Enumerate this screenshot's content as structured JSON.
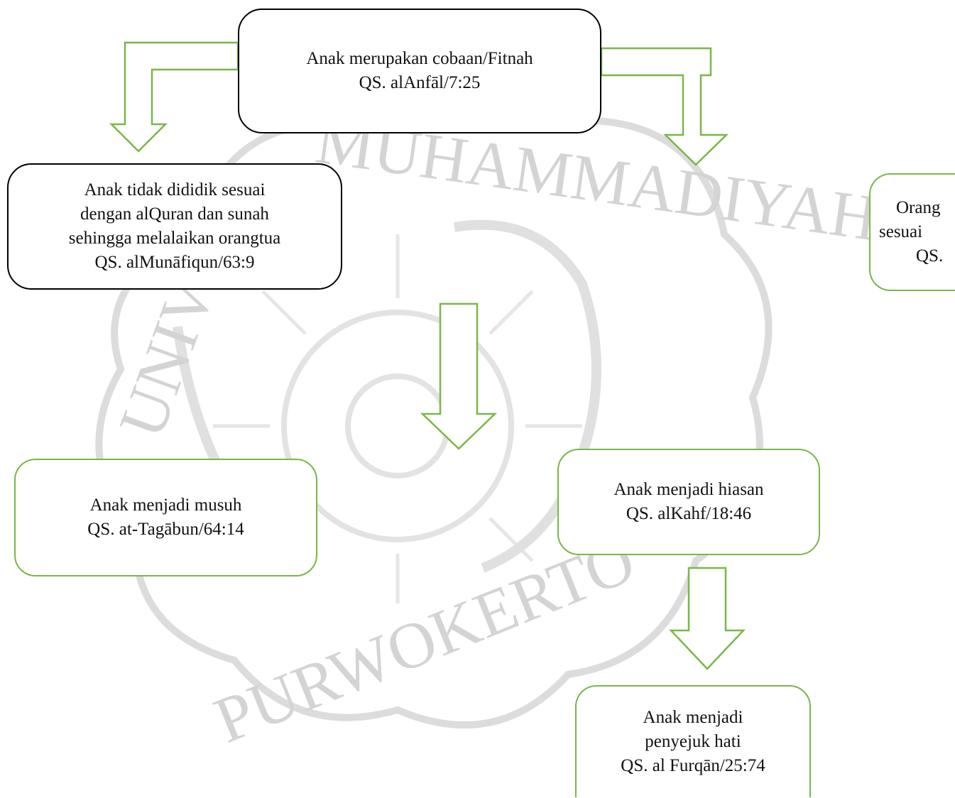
{
  "colors": {
    "node_border_black": "#000000",
    "node_border_green": "#7ab648",
    "arrow": "#7ab648",
    "watermark": "#d9d9d9"
  },
  "watermark": {
    "top_text": "MUHAMMADIYAH",
    "left_text": "UNIVE",
    "bottom_text": "PURWOKERTO"
  },
  "nodes": {
    "root": {
      "lines": [
        "Anak merupakan cobaan/Fitnah",
        "QS. alAnfāl/7:25"
      ]
    },
    "not_educated": {
      "lines": [
        "Anak tidak dididik sesuai",
        "dengan alQuran dan sunah",
        "sehingga melalaikan orangtua",
        "QS. alMunāfiqun/63:9"
      ]
    },
    "right_cut": {
      "lines": [
        "Orang",
        "sesuai",
        "QS."
      ]
    },
    "enemy": {
      "lines": [
        "Anak menjadi musuh",
        "QS. at-Tagābun/64:14"
      ]
    },
    "ornament": {
      "lines": [
        "Anak menjadi hiasan",
        "QS. alKahf/18:46"
      ]
    },
    "comfort": {
      "lines": [
        "Anak menjadi",
        "penyejuk hati",
        "QS. al Furqān/25:74"
      ]
    }
  }
}
